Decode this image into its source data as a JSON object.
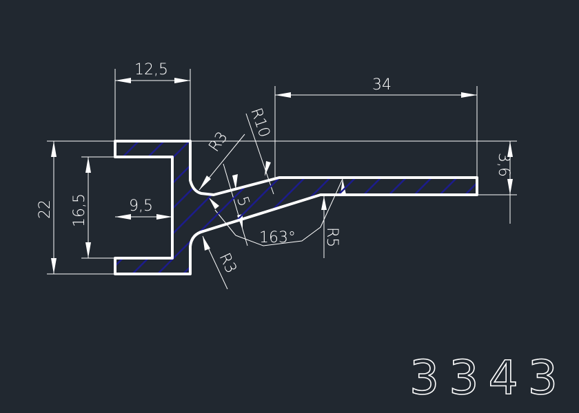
{
  "drawing": {
    "part_number": "3343",
    "dimensions": {
      "width_top": "12,5",
      "arm_length": "34",
      "overall_height": "22",
      "inner_height": "16,5",
      "inner_width": "9,5",
      "radius_small_top": "R3",
      "radius_large": "R10",
      "thickness": "5",
      "angle": "163°",
      "radius_r5": "R5",
      "radius_small_bottom": "R3",
      "arm_thickness": "3,6"
    },
    "colors": {
      "background": "#212830",
      "outline": "#ffffff",
      "hatch": "#1c1c8c"
    }
  }
}
